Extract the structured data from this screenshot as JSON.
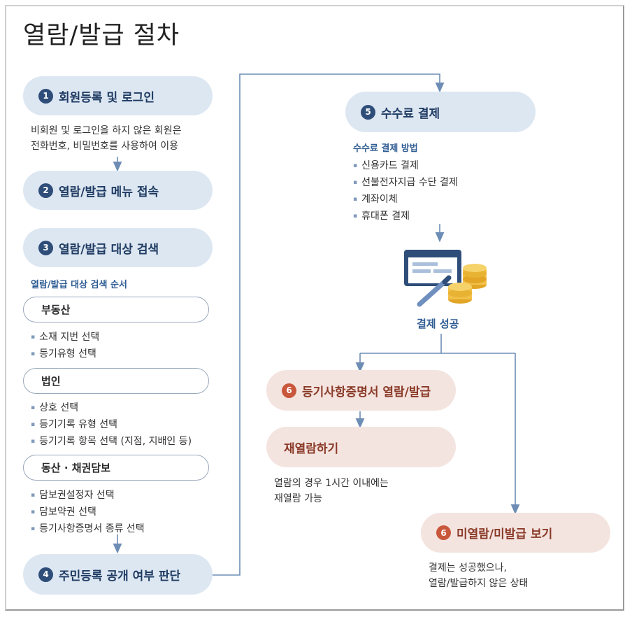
{
  "title": "열람/발급 절차",
  "steps": {
    "s1": {
      "num": "1",
      "label": "회원등록 및 로그인",
      "desc": [
        "비회원 및 로그인을 하지 않은 회원은",
        "전화번호, 비밀번호를 사용하여 이용"
      ]
    },
    "s2": {
      "num": "2",
      "label": "열람/발급 메뉴 접속"
    },
    "s3": {
      "num": "3",
      "label": "열람/발급 대상 검색",
      "sub": "열람/발급 대상 검색 순서"
    },
    "s4": {
      "num": "4",
      "label": "주민등록 공개 여부 판단"
    },
    "s5": {
      "num": "5",
      "label": "수수료 결제",
      "sub": "수수료 결제 방법",
      "methods": [
        "신용카드 결제",
        "선불전자지급 수단 결제",
        "계좌이체",
        "휴대폰 결제"
      ]
    },
    "s6a": {
      "num": "6",
      "label": "등기사항증명서 열람/발급"
    },
    "reread": {
      "label": "재열람하기",
      "desc": [
        "열람의 경우 1시간 이내에는",
        "재열람 가능"
      ]
    },
    "s6b": {
      "num": "6",
      "label": "미열람/미발급 보기",
      "desc": [
        "결제는 성공했으나,",
        "열람/발급하지 않은 상태"
      ]
    }
  },
  "categories": [
    {
      "label": "부동산",
      "items": [
        "소재 지번 선택",
        "등기유형 선택"
      ]
    },
    {
      "label": "법인",
      "items": [
        "상호 선택",
        "등기기록 유형 선택",
        "등기기록 항목 선택 (지점, 지배인 등)"
      ]
    },
    {
      "label": "동산 · 채권담보",
      "items": [
        "담보권설정자 선택",
        "담보약권 선택",
        "등기사항증명서 종류 선택"
      ]
    }
  ],
  "payment_success": "결제 성공",
  "icons": {
    "payment": "card-pen-coins-icon"
  },
  "colors": {
    "blue_pill": "#dde7f2",
    "red_pill": "#f4e4e0",
    "num_blue": "#2e4d79",
    "num_red": "#c9573c",
    "arrow": "#6d8db5"
  }
}
